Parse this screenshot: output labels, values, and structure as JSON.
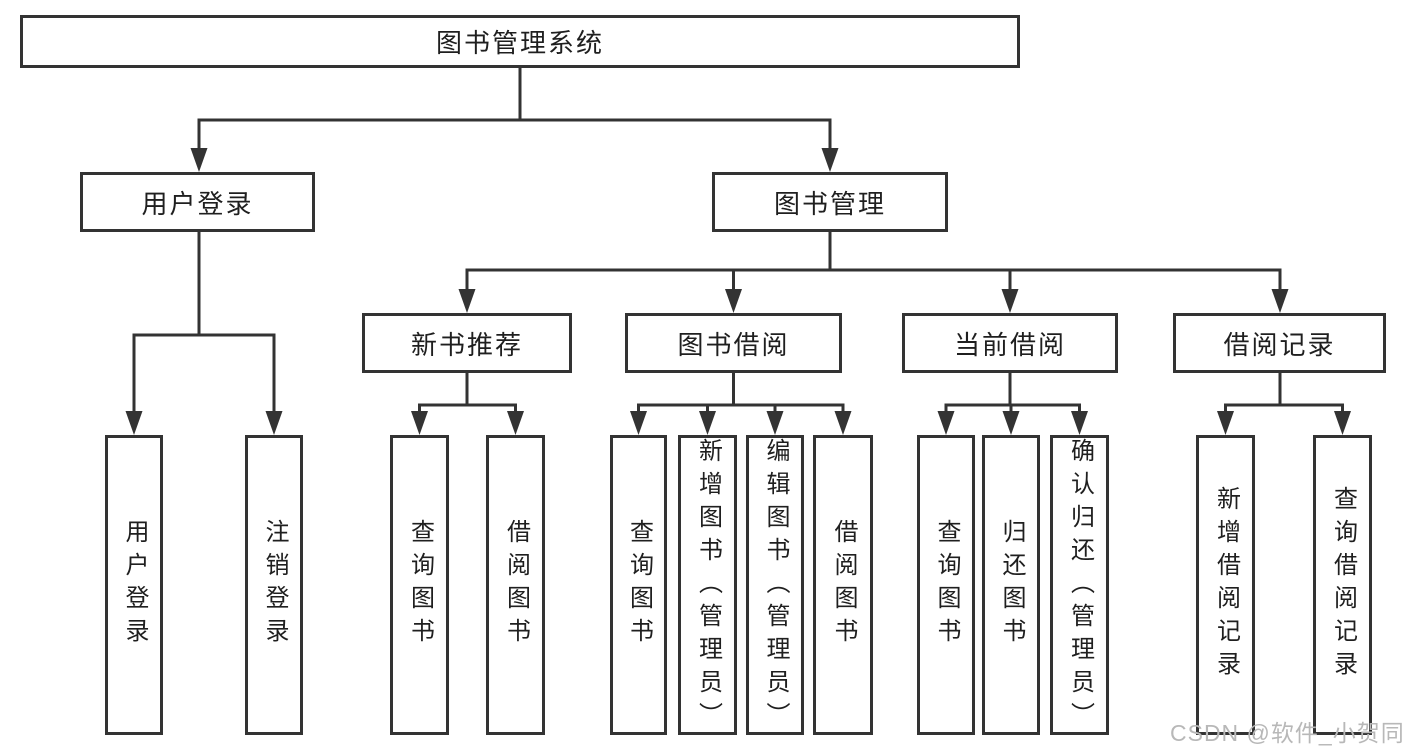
{
  "diagram": {
    "root": {
      "label": "图书管理系统"
    },
    "branches": [
      {
        "label": "用户登录",
        "children": [
          {
            "label": "用户登录"
          },
          {
            "label": "注销登录"
          }
        ]
      },
      {
        "label": "图书管理",
        "children": [
          {
            "label": "新书推荐",
            "children": [
              {
                "label": "查询图书"
              },
              {
                "label": "借阅图书"
              }
            ]
          },
          {
            "label": "图书借阅",
            "children": [
              {
                "label": "查询图书"
              },
              {
                "label": "新增图书（管理员）"
              },
              {
                "label": "编辑图书（管理员）"
              },
              {
                "label": "借阅图书"
              }
            ]
          },
          {
            "label": "当前借阅",
            "children": [
              {
                "label": "查询图书"
              },
              {
                "label": "归还图书"
              },
              {
                "label": "确认归还（管理员）"
              }
            ]
          },
          {
            "label": "借阅记录",
            "children": [
              {
                "label": "新增借阅记录"
              },
              {
                "label": "查询借阅记录"
              }
            ]
          }
        ]
      }
    ]
  },
  "watermark": "CSDN @软件_小贺同学",
  "colors": {
    "line": "#333333",
    "box_border": "#333333",
    "text": "#1f1f1f",
    "watermark": "#b8b8b8",
    "background": "#ffffff"
  }
}
